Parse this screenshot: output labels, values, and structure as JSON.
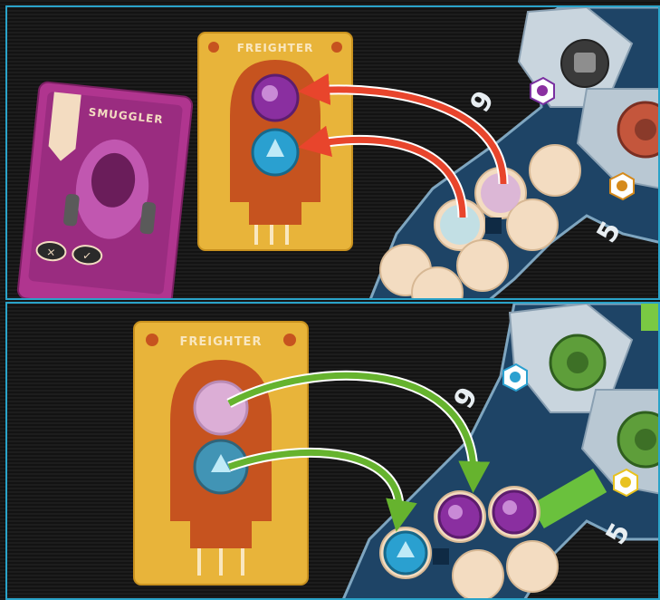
{
  "top_panel": {
    "smuggler_card": {
      "title": "SMUGGLER"
    },
    "freighter_card": {
      "title": "FREIGHTER"
    },
    "board": {
      "sector_number_a": "9",
      "sector_number_b": "5"
    },
    "arrow_color": "#e8452c"
  },
  "bottom_panel": {
    "freighter_card": {
      "title": "FREIGHTER"
    },
    "board": {
      "sector_number_a": "9",
      "sector_number_b": "5"
    },
    "arrow_color": "#66b32e"
  },
  "colors": {
    "panel_border": "#2aa3c9",
    "card_yellow": "#e8b43a",
    "card_magenta": "#b0358f",
    "crate_purple": "#8a2fa0",
    "crate_blue": "#2aa0d0",
    "board_blue": "#1e4466",
    "hold_cream": "#f3dcc1"
  }
}
